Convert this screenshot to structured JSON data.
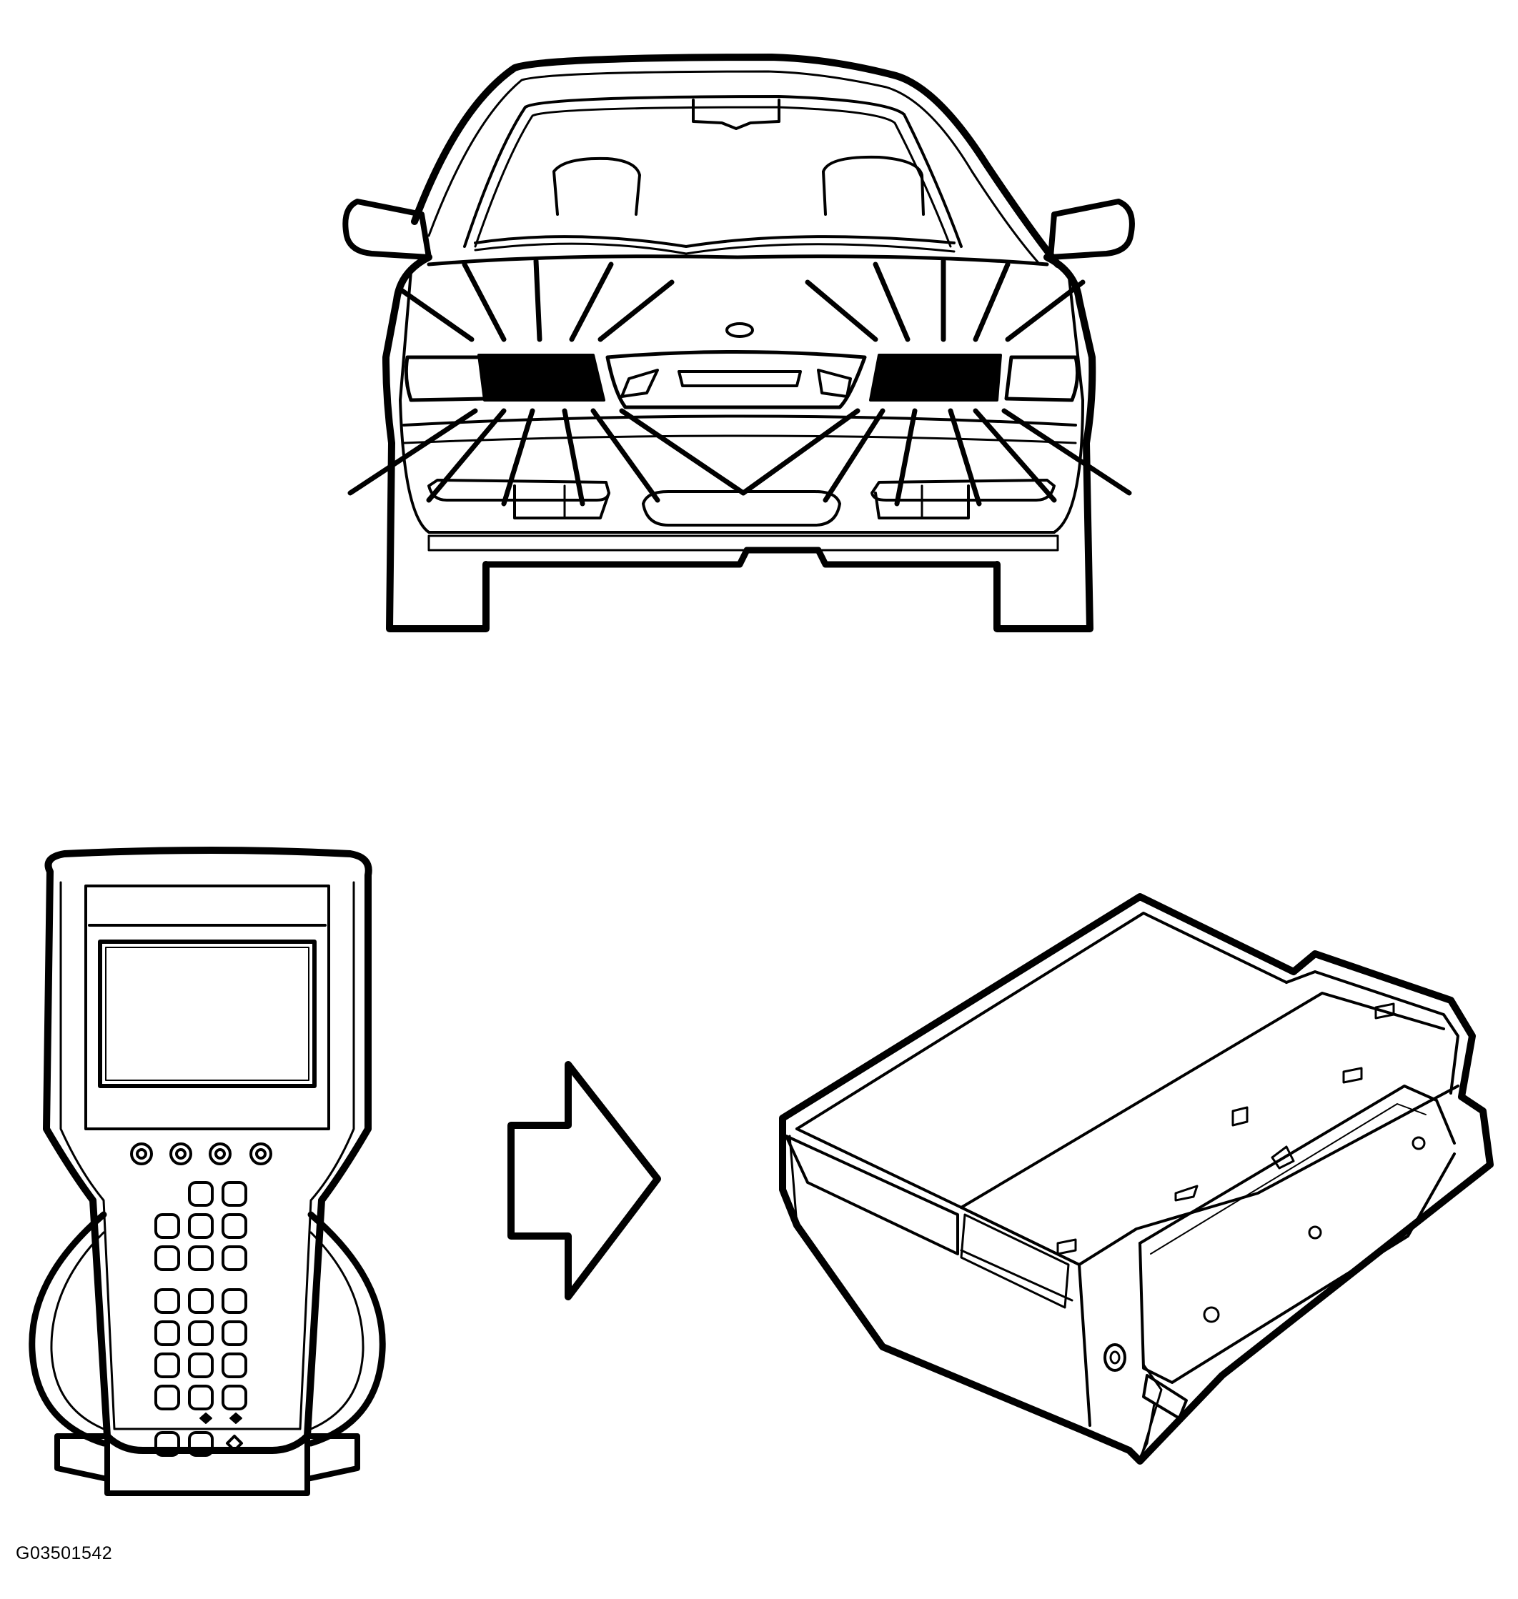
{
  "figure": {
    "id_label": "G03501542"
  },
  "colors": {
    "line": "#000000",
    "background": "#ffffff",
    "lamp_fill": "#000000"
  },
  "parts": [
    {
      "name": "vehicle-front-view",
      "icon": "car-front-icon"
    },
    {
      "name": "scan-tool",
      "icon": "handheld-scan-tool-icon"
    },
    {
      "name": "direction-arrow",
      "icon": "arrow-right-icon"
    },
    {
      "name": "control-module",
      "icon": "control-module-icon"
    }
  ]
}
